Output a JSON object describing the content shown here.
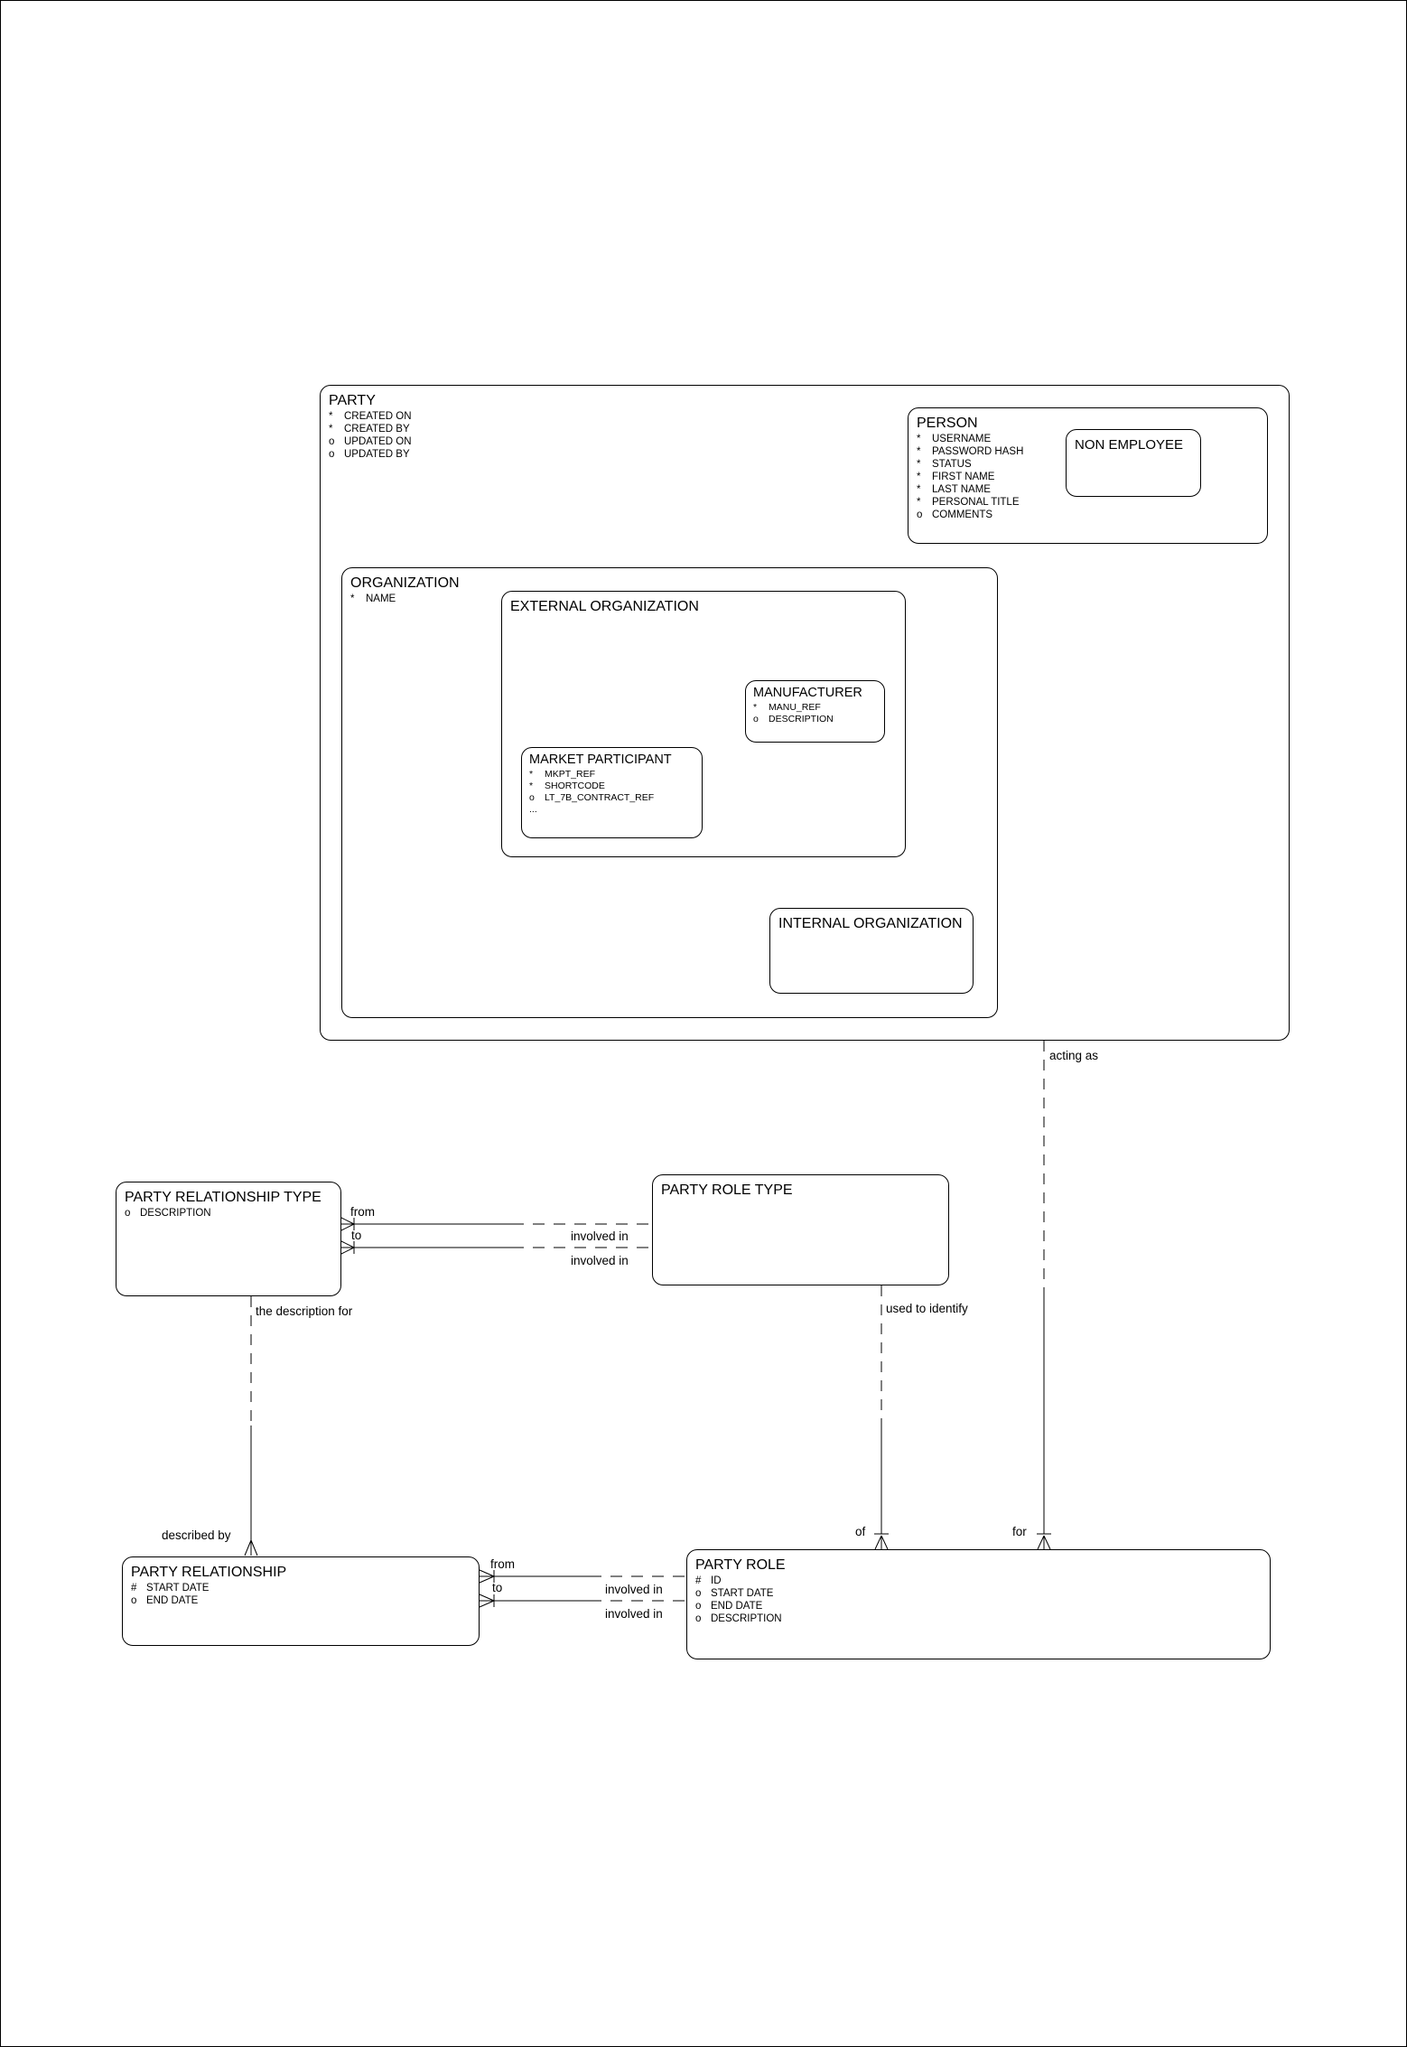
{
  "canvas": {
    "background_color": "#ffffff",
    "line_color": "#000000",
    "text_color": "#000000"
  },
  "entities": {
    "party": {
      "title": "PARTY",
      "attrs": [
        {
          "k": "*",
          "v": "CREATED ON"
        },
        {
          "k": "*",
          "v": "CREATED BY"
        },
        {
          "k": "o",
          "v": "UPDATED ON"
        },
        {
          "k": "o",
          "v": "UPDATED BY"
        }
      ]
    },
    "person": {
      "title": "PERSON",
      "attrs": [
        {
          "k": "*",
          "v": "USERNAME"
        },
        {
          "k": "*",
          "v": "PASSWORD HASH"
        },
        {
          "k": "*",
          "v": "STATUS"
        },
        {
          "k": "*",
          "v": "FIRST NAME"
        },
        {
          "k": "*",
          "v": "LAST NAME"
        },
        {
          "k": "*",
          "v": "PERSONAL TITLE"
        },
        {
          "k": "o",
          "v": "COMMENTS"
        }
      ]
    },
    "non_employee": {
      "title": "NON EMPLOYEE",
      "attrs": []
    },
    "organization": {
      "title": "ORGANIZATION",
      "attrs": [
        {
          "k": "*",
          "v": "NAME"
        }
      ]
    },
    "external_organization": {
      "title": "EXTERNAL ORGANIZATION",
      "attrs": []
    },
    "manufacturer": {
      "title": "MANUFACTURER",
      "attrs": [
        {
          "k": "*",
          "v": "MANU_REF"
        },
        {
          "k": "o",
          "v": "DESCRIPTION"
        }
      ]
    },
    "market_participant": {
      "title": "MARKET PARTICIPANT",
      "attrs": [
        {
          "k": "*",
          "v": "MKPT_REF"
        },
        {
          "k": "*",
          "v": "SHORTCODE"
        },
        {
          "k": "o",
          "v": "LT_7B_CONTRACT_REF"
        },
        {
          "k": "...",
          "v": ""
        }
      ]
    },
    "internal_organization": {
      "title": "INTERNAL ORGANIZATION",
      "attrs": []
    },
    "party_relationship_type": {
      "title": "PARTY RELATIONSHIP TYPE",
      "attrs": [
        {
          "k": "o",
          "v": "DESCRIPTION"
        }
      ]
    },
    "party_role_type": {
      "title": "PARTY ROLE TYPE",
      "attrs": []
    },
    "party_relationship": {
      "title": "PARTY RELATIONSHIP",
      "attrs": [
        {
          "k": "#",
          "v": "START DATE"
        },
        {
          "k": "o",
          "v": "END DATE"
        }
      ]
    },
    "party_role": {
      "title": "PARTY ROLE",
      "attrs": [
        {
          "k": "#",
          "v": "ID"
        },
        {
          "k": "o",
          "v": "START DATE"
        },
        {
          "k": "o",
          "v": "END DATE"
        },
        {
          "k": "o",
          "v": "DESCRIPTION"
        }
      ]
    }
  },
  "labels": {
    "acting_as": "acting as",
    "for": "for",
    "of": "of",
    "used_to_identify": "used to identify",
    "description_for": "the description for",
    "described_by": "described by",
    "prt_from": "from",
    "prt_to": "to",
    "prt_involved_in_1": "involved in",
    "prt_involved_in_2": "involved in",
    "pr_from": "from",
    "pr_to": "to",
    "pr_involved_in_1": "involved in",
    "pr_involved_in_2": "involved in"
  }
}
